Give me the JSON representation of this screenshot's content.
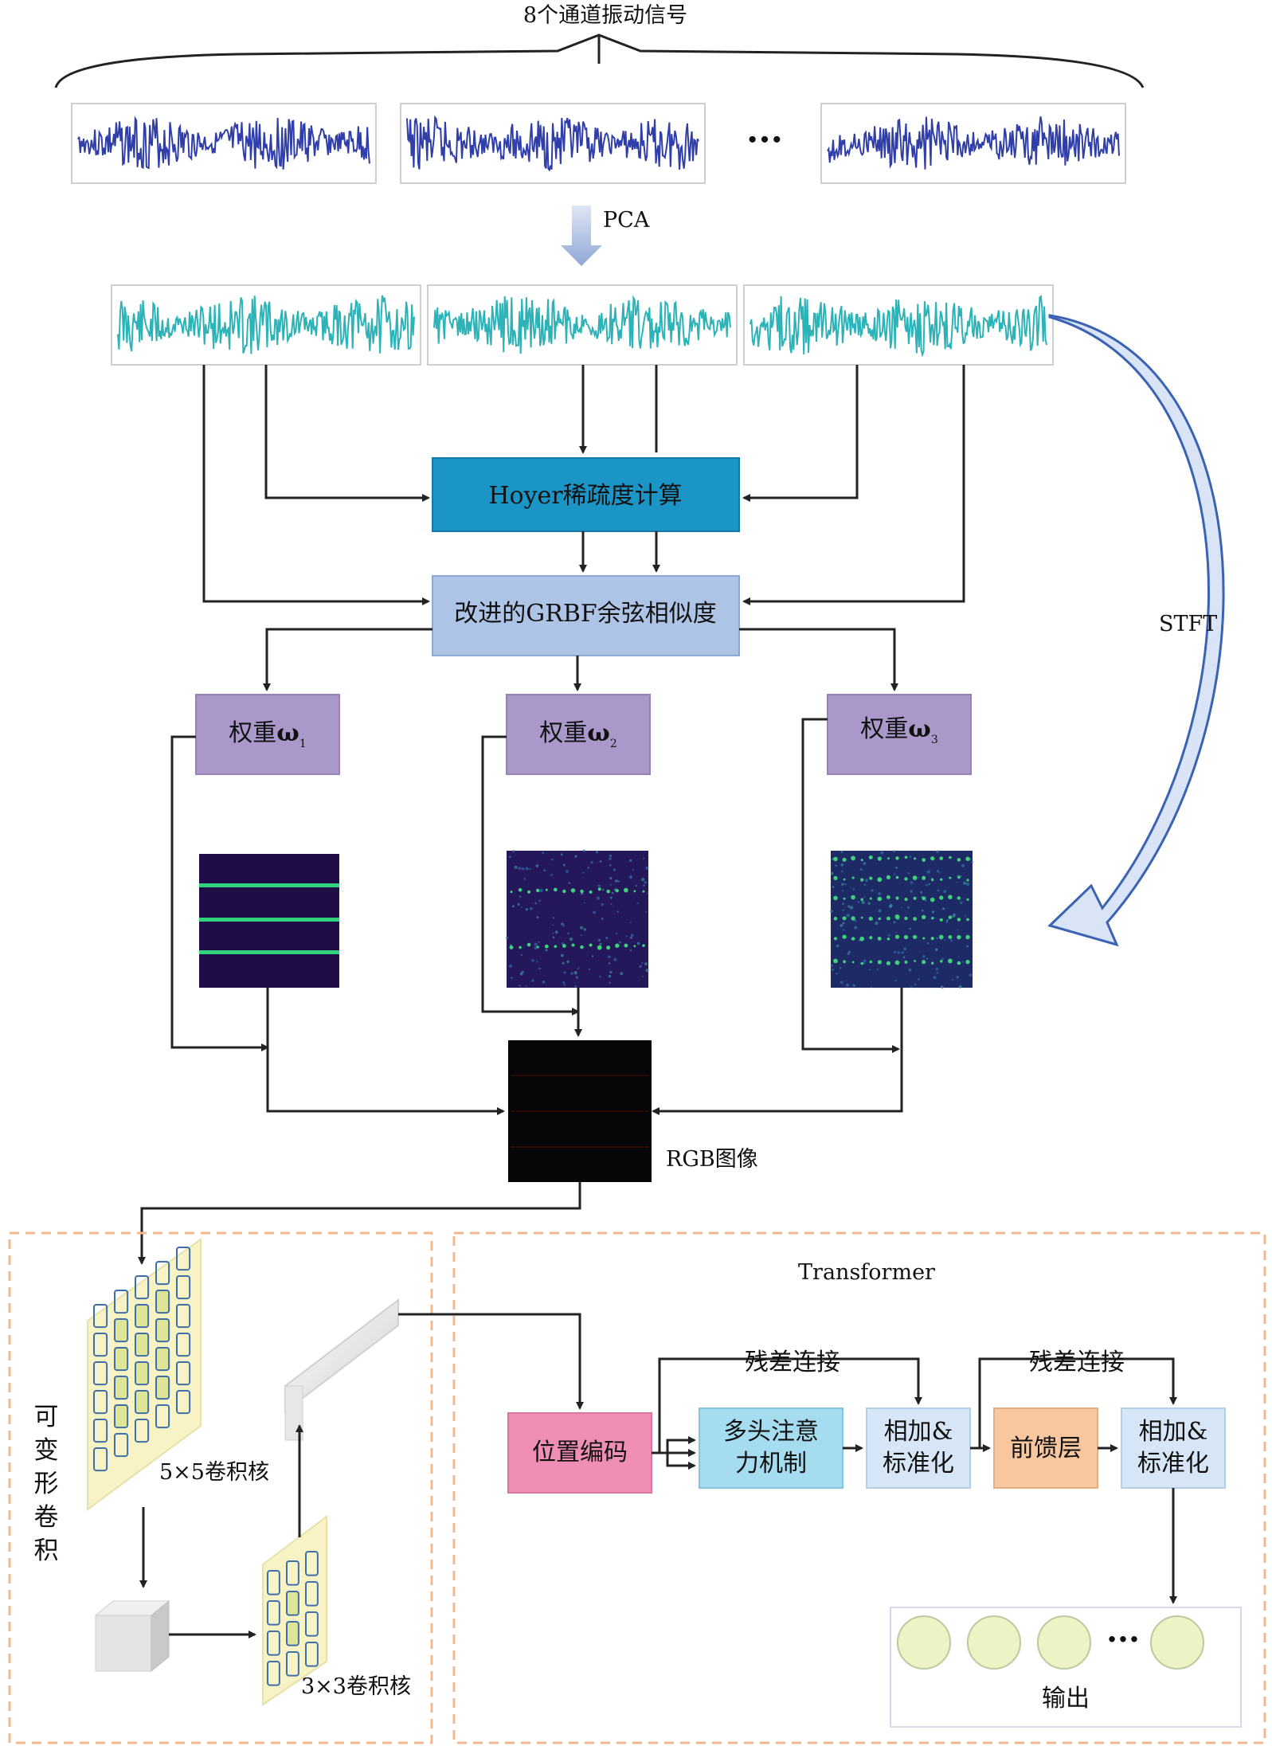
{
  "top_label": "8个通道振动信号",
  "ellipsis": "···",
  "pca_label": "PCA",
  "stft_label": "STFT",
  "hoyer_label": "Hoyer稀疏度计算",
  "grbf_label": "改进的GRBF余弦相似度",
  "weights": [
    {
      "text": "权重",
      "symbol": "ω",
      "sub": "1"
    },
    {
      "text": "权重",
      "symbol": "ω",
      "sub": "2"
    },
    {
      "text": "权重",
      "symbol": "ω",
      "sub": "3"
    }
  ],
  "rgb_label": "RGB图像",
  "deform_label": "可变形卷积",
  "kernel5_label": "5×5卷积核",
  "kernel3_label": "3×3卷积核",
  "transformer_label": "Transformer",
  "pos_enc_label": "位置编码",
  "mha_label": [
    "多头注意",
    "力机制"
  ],
  "addnorm_label": [
    "相加&",
    "标准化"
  ],
  "ffn_label": "前馈层",
  "residual_label": "残差连接",
  "output_label": "输出",
  "colors": {
    "raw_signal": "#2f3ea8",
    "pca_signal": "#2bb3b8",
    "hoyer_box": "#1b95c6",
    "grbf_box": "#aec4e6",
    "weight_box": "#ab98ca",
    "pos_enc_box": "#f08fb6",
    "mha_box": "#a6dcf0",
    "addnorm_box": "#d7e6f6",
    "ffn_box": "#f8c7a0",
    "output_circle": "#edf3c4",
    "dashed_border": "#f2b88f",
    "stft_arrow": "#3b62b3"
  }
}
